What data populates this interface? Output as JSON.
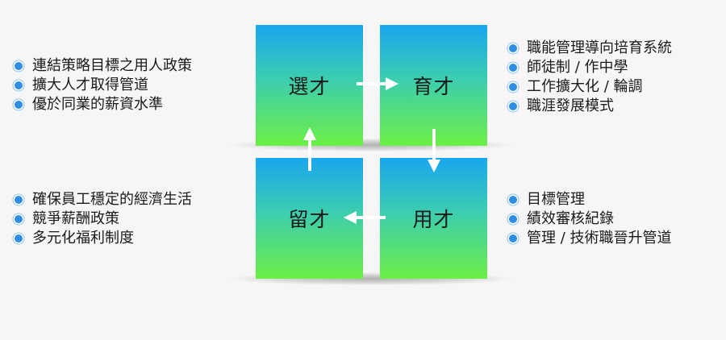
{
  "quadrants": {
    "top_left": "選才",
    "top_right": "育才",
    "bottom_left": "留才",
    "bottom_right": "用才"
  },
  "bullets": {
    "top_left": [
      "連結策略目標之用人政策",
      "擴大人才取得管道",
      "優於同業的薪資水準"
    ],
    "top_right": [
      "職能管理導向培育系統",
      "師徒制 / 作中學",
      "工作擴大化 / 輪調",
      "職涯發展模式"
    ],
    "bottom_left": [
      "確保員工穩定的經濟生活",
      "競爭薪酬政策",
      "多元化福利制度"
    ],
    "bottom_right": [
      "目標管理",
      "績效審核紀錄",
      "管理 / 技術職晉升管道"
    ]
  },
  "colors": {
    "box_top": "#19a6ef",
    "box_bottom": "#6cef45",
    "bullet": "#2f8de4",
    "arrow": "#ffffff"
  },
  "icons": {
    "bullet": "bullet-icon",
    "arrows": [
      "arrow-right-icon",
      "arrow-down-icon",
      "arrow-left-icon",
      "arrow-up-icon"
    ]
  }
}
